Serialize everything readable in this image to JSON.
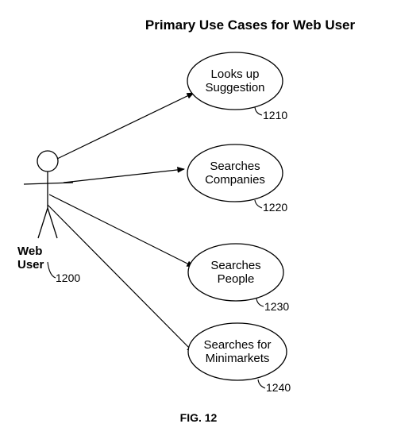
{
  "title": "Primary Use Cases for Web User",
  "figure_label": "FIG. 12",
  "actor": {
    "name_line1": "Web",
    "name_line2": "User",
    "ref": "1200"
  },
  "use_cases": [
    {
      "line1": "Looks up",
      "line2": "Suggestion",
      "ref": "1210"
    },
    {
      "line1": "Searches",
      "line2": "Companies",
      "ref": "1220"
    },
    {
      "line1": "Searches",
      "line2": "People",
      "ref": "1230"
    },
    {
      "line1": "Searches for",
      "line2": "Minimarkets",
      "ref": "1240"
    }
  ]
}
